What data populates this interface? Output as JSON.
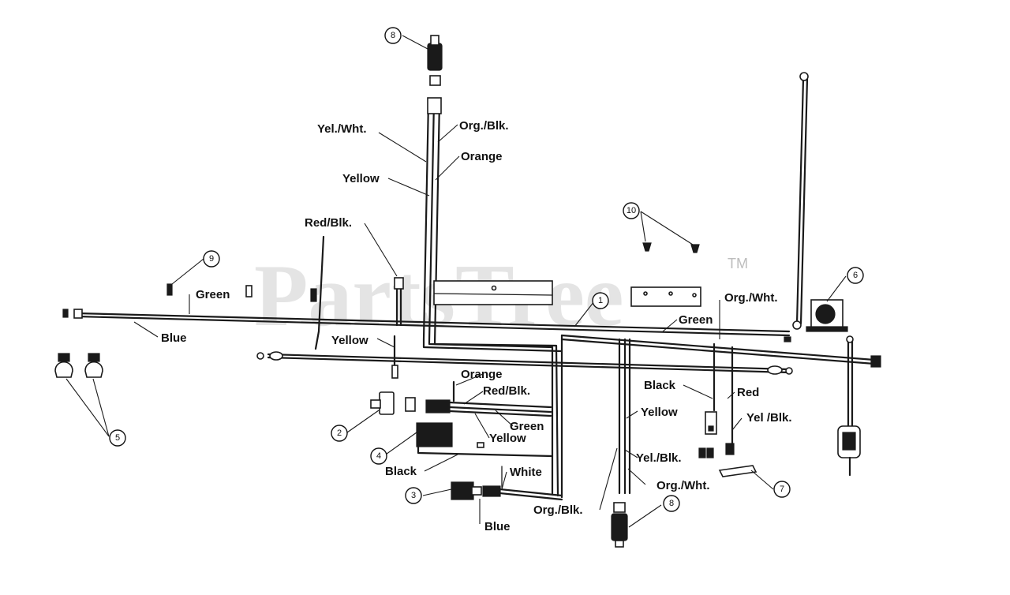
{
  "watermark": {
    "text": "PartsTree",
    "trademark": "TM"
  },
  "callouts": [
    "1",
    "2",
    "3",
    "4",
    "5",
    "6",
    "7",
    "8",
    "8",
    "9",
    "10"
  ],
  "wire_labels": {
    "yel_wht_top": "Yel./Wht.",
    "org_blk_top": "Org./Blk.",
    "orange_top": "Orange",
    "yellow_top": "Yellow",
    "red_blk_left": "Red/Blk.",
    "green_left": "Green",
    "blue_left": "Blue",
    "yellow_mid": "Yellow",
    "org_wht_right": "Org./Wht.",
    "green_right": "Green",
    "orange_lower": "Orange",
    "red_blk_lower": "Red/Blk.",
    "green_lower": "Green",
    "yellow_lower": "Yellow",
    "black_lower": "Black",
    "white_lower": "White",
    "blue_lower": "Blue",
    "black_right": "Black",
    "red_right": "Red",
    "yellow_right": "Yellow",
    "yel_blk_right": "Yel /Blk.",
    "yel_blk_lower_right": "Yel./Blk.",
    "org_wht_lower": "Org./Wht.",
    "org_blk_lower": "Org./Blk."
  }
}
